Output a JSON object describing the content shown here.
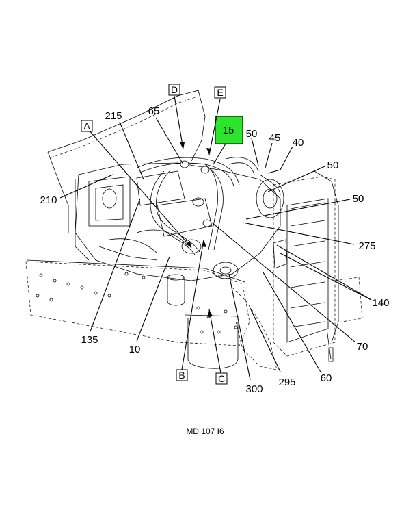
{
  "callouts": {
    "c15": "15",
    "c50a": "50",
    "c45": "45",
    "c40": "40",
    "c50b": "50",
    "c50c": "50",
    "c275": "275",
    "c140": "140",
    "c70": "70",
    "c60": "60",
    "c295": "295",
    "c300": "300",
    "c10": "10",
    "c135": "135",
    "c210": "210",
    "c215": "215",
    "c65": "65"
  },
  "view_labels": {
    "A": "A",
    "B": "B",
    "C": "C",
    "D": "D",
    "E": "E"
  },
  "highlight_color": "#2ee52e",
  "caption": "MD 107 I6"
}
